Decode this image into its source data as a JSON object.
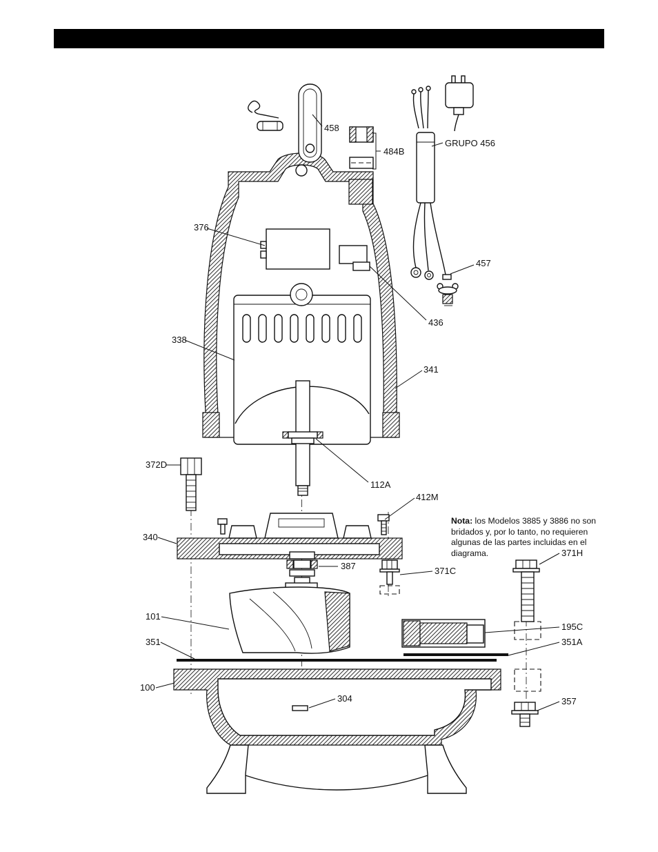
{
  "note": {
    "bold": "Nota:",
    "text": "los Modelos 3885 y 3886 no son bridados y, por lo tanto, no requieren algunas de las partes incluidas en el diagrama."
  },
  "labels": {
    "p458": "458",
    "p484B": "484B",
    "grupo456": "GRUPO 456",
    "p457": "457",
    "p376": "376",
    "p436": "436",
    "p338": "338",
    "p341": "341",
    "p372D": "372D",
    "p112A": "112A",
    "p412M": "412M",
    "p340": "340",
    "p387": "387",
    "p371C": "371C",
    "p371H": "371H",
    "p101": "101",
    "p195C": "195C",
    "p351": "351",
    "p351A": "351A",
    "p100": "100",
    "p304": "304",
    "p357": "357"
  },
  "colors": {
    "ink": "#111111",
    "header_bar": "#000000",
    "background": "#ffffff"
  }
}
